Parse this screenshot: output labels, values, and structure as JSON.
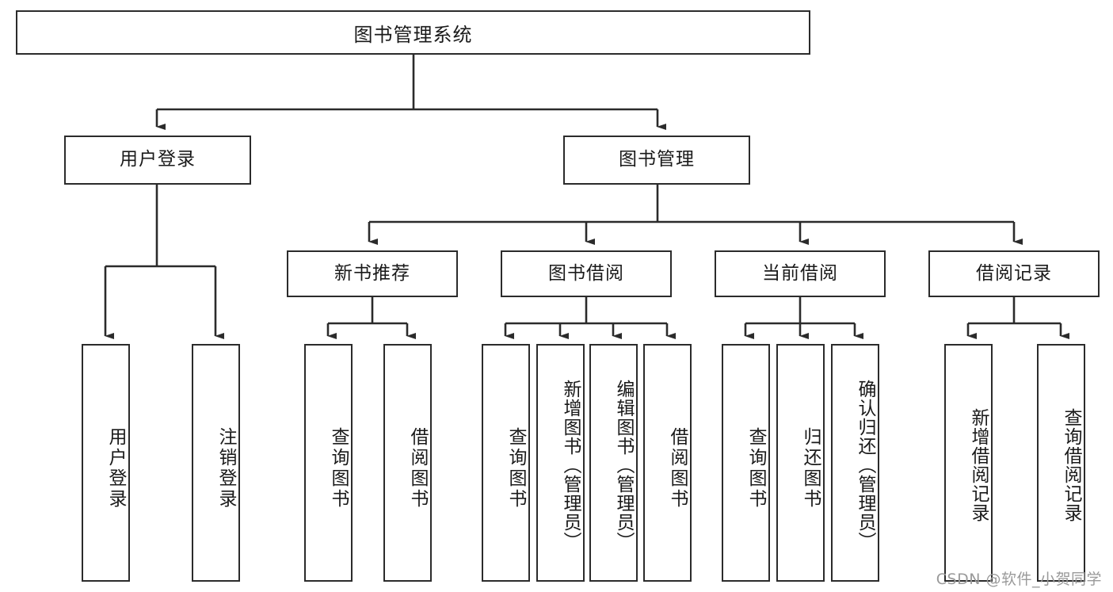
{
  "diagram": {
    "title": "图书管理系统",
    "watermark": "CSDN @软件_小贺同学",
    "type": "tree-hierarchy-chart",
    "line_color": "#2b2b2b",
    "background_color": "#ffffff",
    "root": {
      "label": "图书管理系统"
    },
    "level2": [
      {
        "label": "用户登录"
      },
      {
        "label": "图书管理"
      }
    ],
    "level3": [
      {
        "label": "新书推荐"
      },
      {
        "label": "图书借阅"
      },
      {
        "label": "当前借阅"
      },
      {
        "label": "借阅记录"
      }
    ],
    "leaves": {
      "user_login": [
        {
          "label": "用户登录"
        },
        {
          "label": "注销登录"
        }
      ],
      "new_book_recommend": [
        {
          "label": "查询图书"
        },
        {
          "label": "借阅图书"
        }
      ],
      "book_borrow": [
        {
          "label": "查询图书"
        },
        {
          "label": "新增图书（管理员）"
        },
        {
          "label": "编辑图书（管理员）"
        },
        {
          "label": "借阅图书"
        }
      ],
      "current_borrow": [
        {
          "label": "查询图书"
        },
        {
          "label": "归还图书"
        },
        {
          "label": "确认归还（管理员）"
        }
      ],
      "borrow_record": [
        {
          "label": "新增借阅记录"
        },
        {
          "label": "查询借阅记录"
        }
      ]
    }
  }
}
